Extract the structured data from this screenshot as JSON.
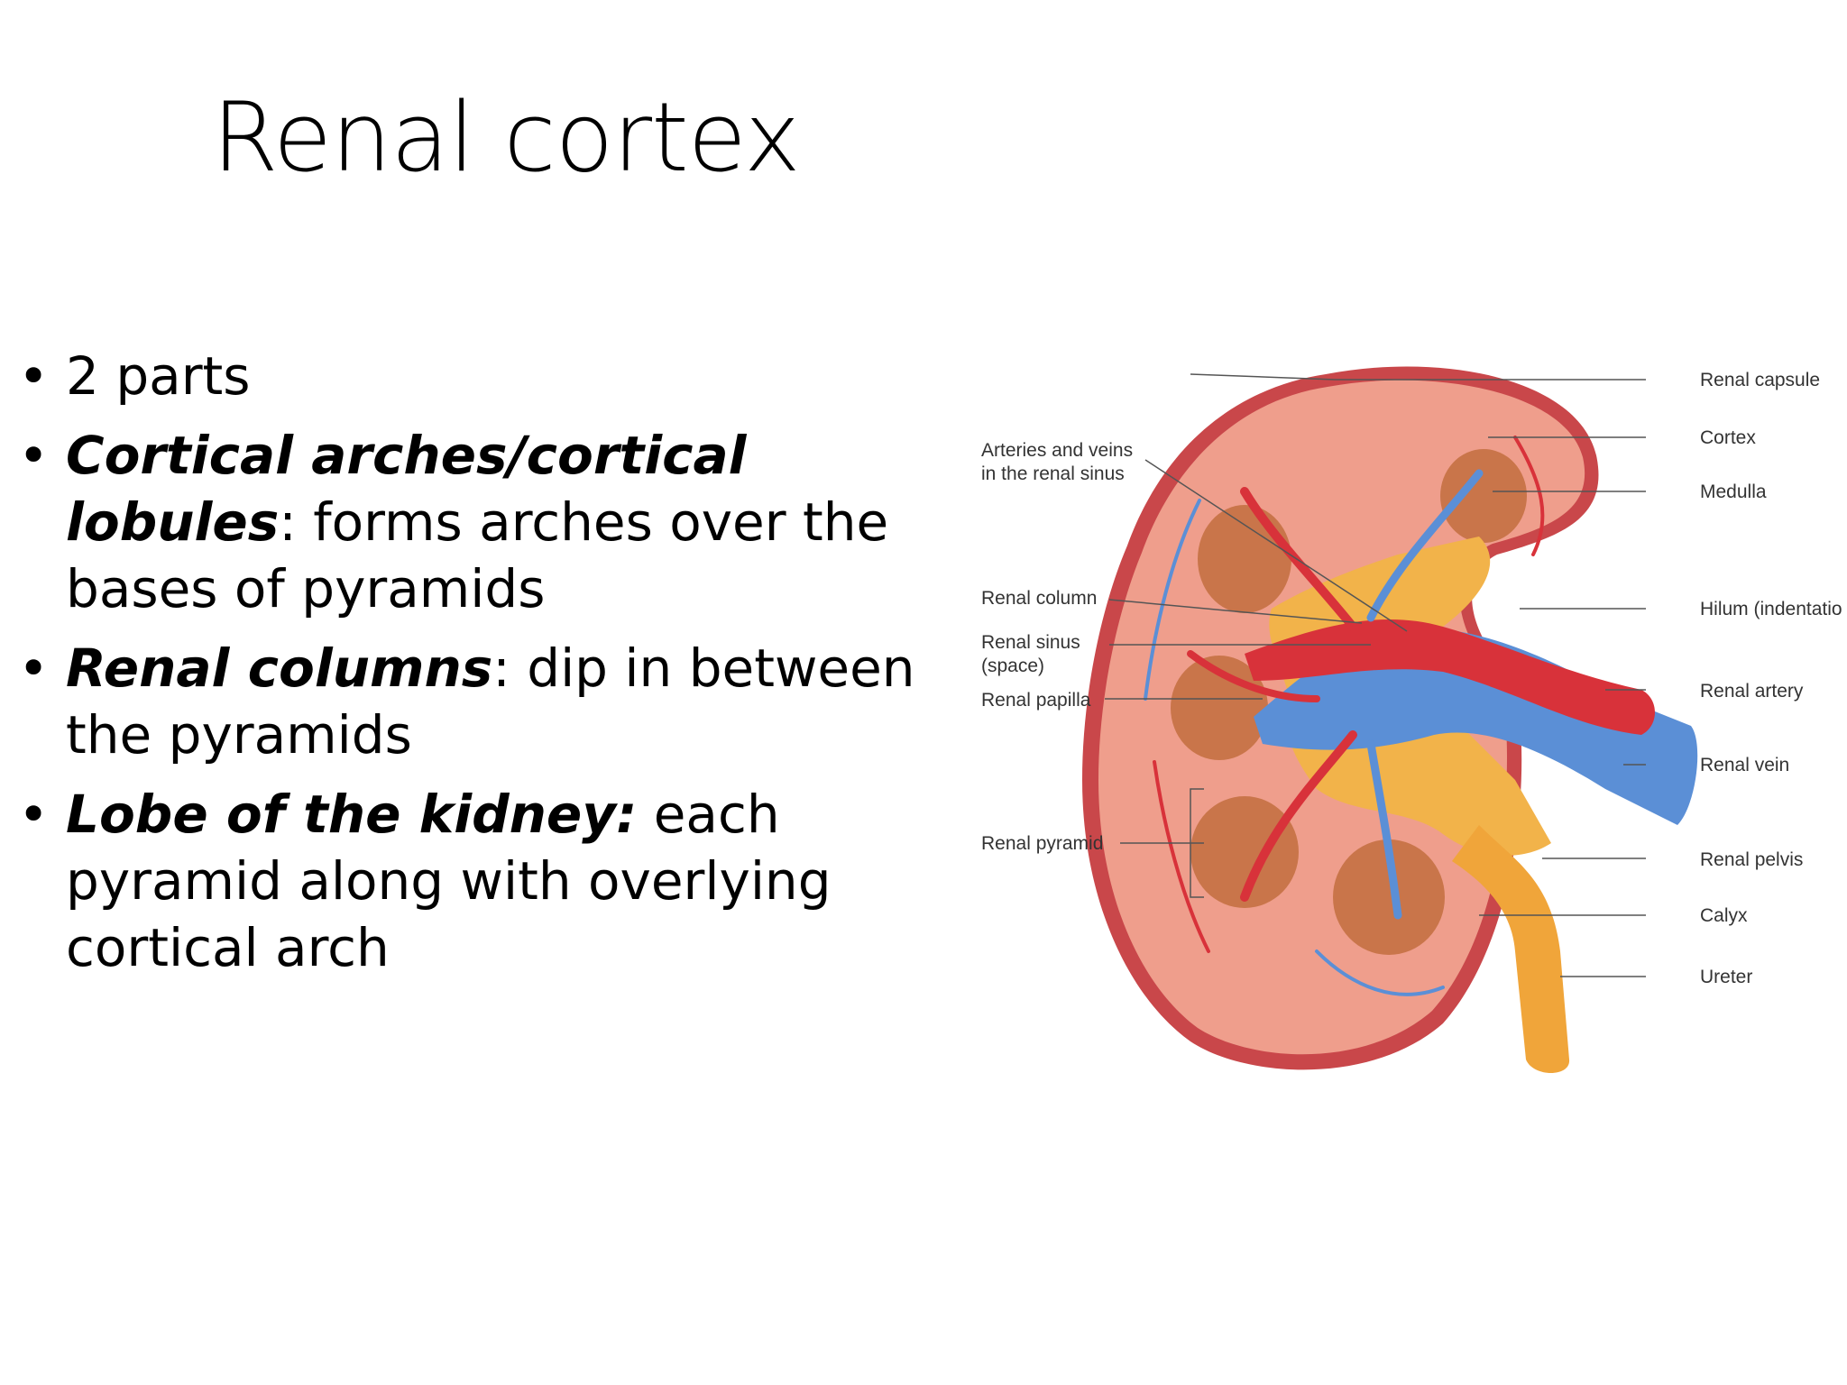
{
  "slide": {
    "title": "Renal cortex",
    "bullets": [
      {
        "bullet": "•",
        "term": "",
        "separator": "",
        "text": "2 parts"
      },
      {
        "bullet": "•",
        "term": "Cortical arches/cortical lobules",
        "separator": ":",
        "text": " forms arches over the bases of pyramids"
      },
      {
        "bullet": "•",
        "term": "Renal columns",
        "separator": ":",
        "text": " dip in between the pyramids"
      },
      {
        "bullet": "•",
        "term": "Lobe of the kidney:",
        "separator": "",
        "text": " each pyramid along with overlying cortical arch"
      }
    ]
  },
  "figure": {
    "labels": {
      "arteries_veins_1": "Arteries and veins",
      "arteries_veins_2": "in the renal sinus",
      "renal_column": "Renal column",
      "renal_sinus_1": "Renal sinus",
      "renal_sinus_2": "(space)",
      "renal_papilla": "Renal papilla",
      "renal_pyramid": "Renal pyramid",
      "renal_capsule": "Renal capsule",
      "cortex": "Cortex",
      "medulla": "Medulla",
      "hilum": "Hilum (indentatio",
      "renal_artery": "Renal artery",
      "renal_vein": "Renal vein",
      "renal_pelvis": "Renal pelvis",
      "calyx": "Calyx",
      "ureter": "Ureter"
    },
    "colors": {
      "capsule": "#c9474a",
      "cortex": "#ef9e8c",
      "pyramid": "#c9754a",
      "artery": "#d8323a",
      "vein": "#5b8fd6",
      "pelvis": "#f2b34a",
      "ureter": "#f0a53a",
      "leader_line": "#555555"
    }
  }
}
